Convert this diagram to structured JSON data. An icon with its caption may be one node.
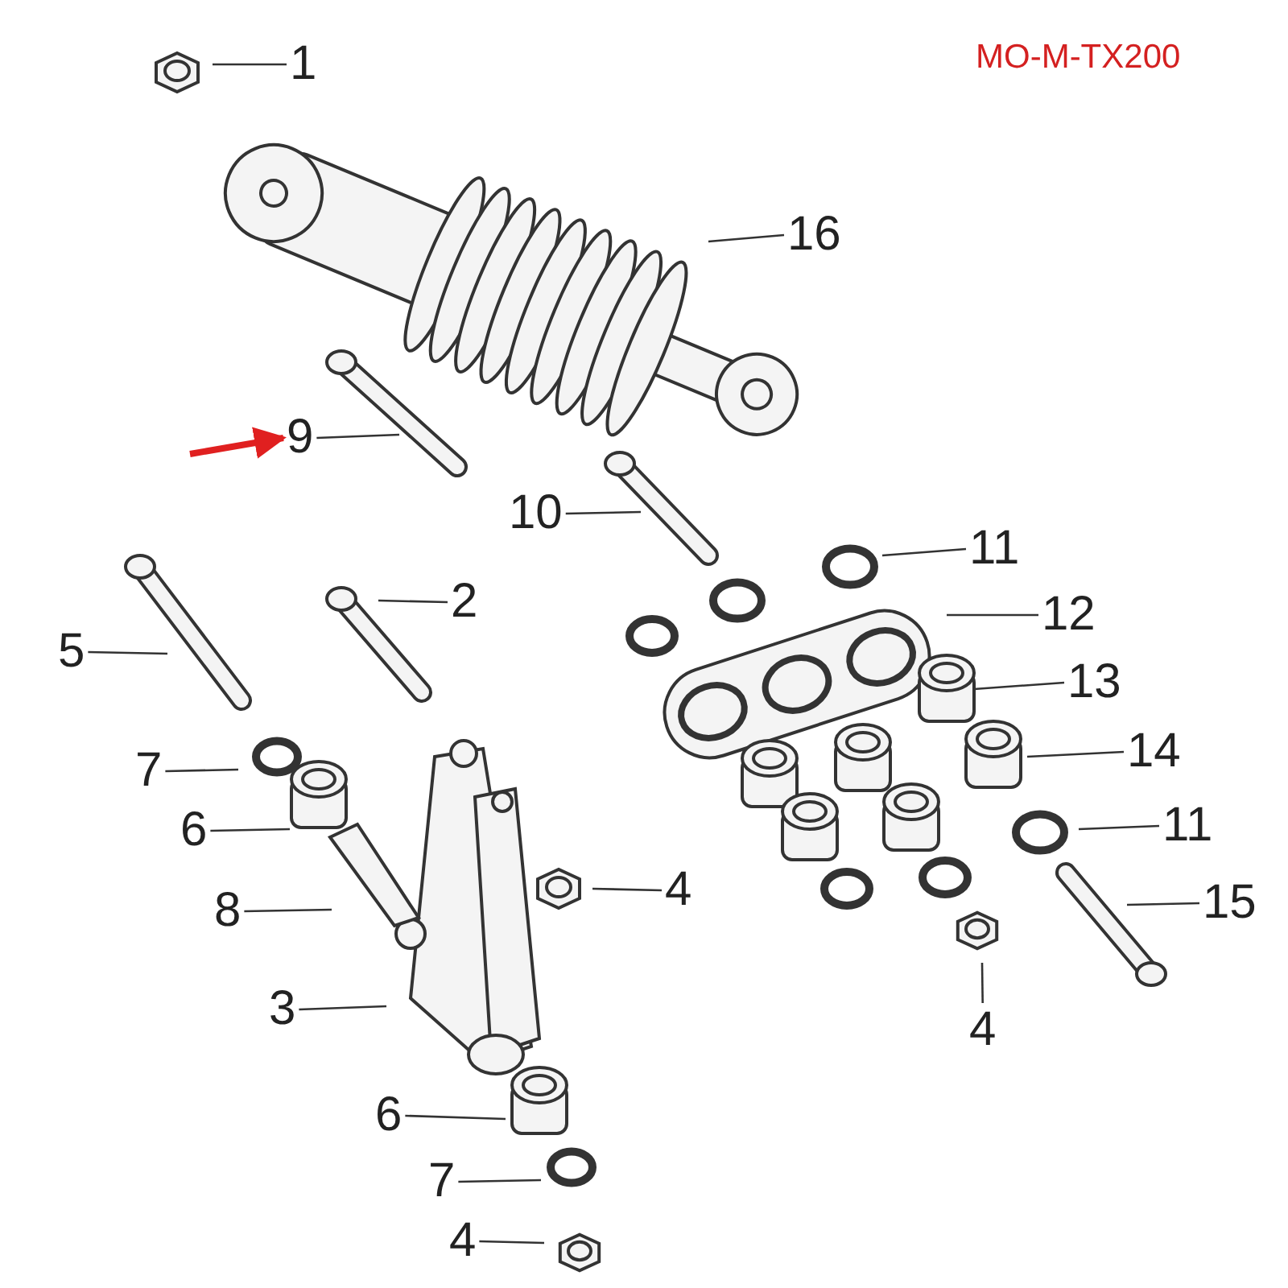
{
  "diagram": {
    "nodes": [
      {
        "text": [
          "1"
        ]
      },
      {
        "text": [
          "16"
        ]
      },
      {
        "text": [
          "9"
        ]
      },
      {
        "text": [
          "10"
        ]
      },
      {
        "text": [
          "11"
        ]
      },
      {
        "text": [
          "2"
        ]
      },
      {
        "text": [
          "12"
        ]
      },
      {
        "text": [
          "5"
        ]
      },
      {
        "text": [
          "13"
        ]
      },
      {
        "text": [
          "14"
        ]
      },
      {
        "text": [
          "7"
        ]
      },
      {
        "text": [
          "6"
        ]
      },
      {
        "text": [
          "11"
        ]
      },
      {
        "text": [
          "8"
        ]
      },
      {
        "text": [
          "4"
        ]
      },
      {
        "text": [
          "15"
        ]
      },
      {
        "text": [
          "3"
        ]
      },
      {
        "text": [
          "4"
        ]
      },
      {
        "text": [
          "6"
        ]
      },
      {
        "text": [
          "7"
        ]
      },
      {
        "text": [
          "4"
        ]
      }
    ],
    "edges": [
      {
        "from": 0,
        "to": null,
        "arrow": "none"
      },
      {
        "from": 1,
        "to": null,
        "arrow": "none"
      },
      {
        "from": 2,
        "to": null,
        "arrow": "none"
      },
      {
        "from": 3,
        "to": null,
        "arrow": "none"
      },
      {
        "from": 4,
        "to": null,
        "arrow": "none"
      },
      {
        "from": 5,
        "to": null,
        "arrow": "none"
      },
      {
        "from": 6,
        "to": null,
        "arrow": "none"
      },
      {
        "from": 7,
        "to": null,
        "arrow": "none"
      },
      {
        "from": 8,
        "to": null,
        "arrow": "none"
      },
      {
        "from": 9,
        "to": null,
        "arrow": "none"
      },
      {
        "from": 10,
        "to": null,
        "arrow": "none"
      },
      {
        "from": 11,
        "to": null,
        "arrow": "none"
      },
      {
        "from": 12,
        "to": null,
        "arrow": "none"
      },
      {
        "from": 13,
        "to": null,
        "arrow": "none"
      },
      {
        "from": 14,
        "to": null,
        "arrow": "none"
      },
      {
        "from": 15,
        "to": null,
        "arrow": "none"
      },
      {
        "from": 16,
        "to": null,
        "arrow": "none"
      },
      {
        "from": 17,
        "to": null,
        "arrow": "none"
      },
      {
        "from": 18,
        "to": null,
        "arrow": "none"
      },
      {
        "from": 19,
        "to": null,
        "arrow": "none"
      },
      {
        "from": 20,
        "to": null,
        "arrow": "none"
      },
      {
        "from": null,
        "to": 2,
        "arrow": "to",
        "style": "thick",
        "color": "#e02020"
      }
    ],
    "labels": [
      "MO-M-TX200"
    ]
  }
}
